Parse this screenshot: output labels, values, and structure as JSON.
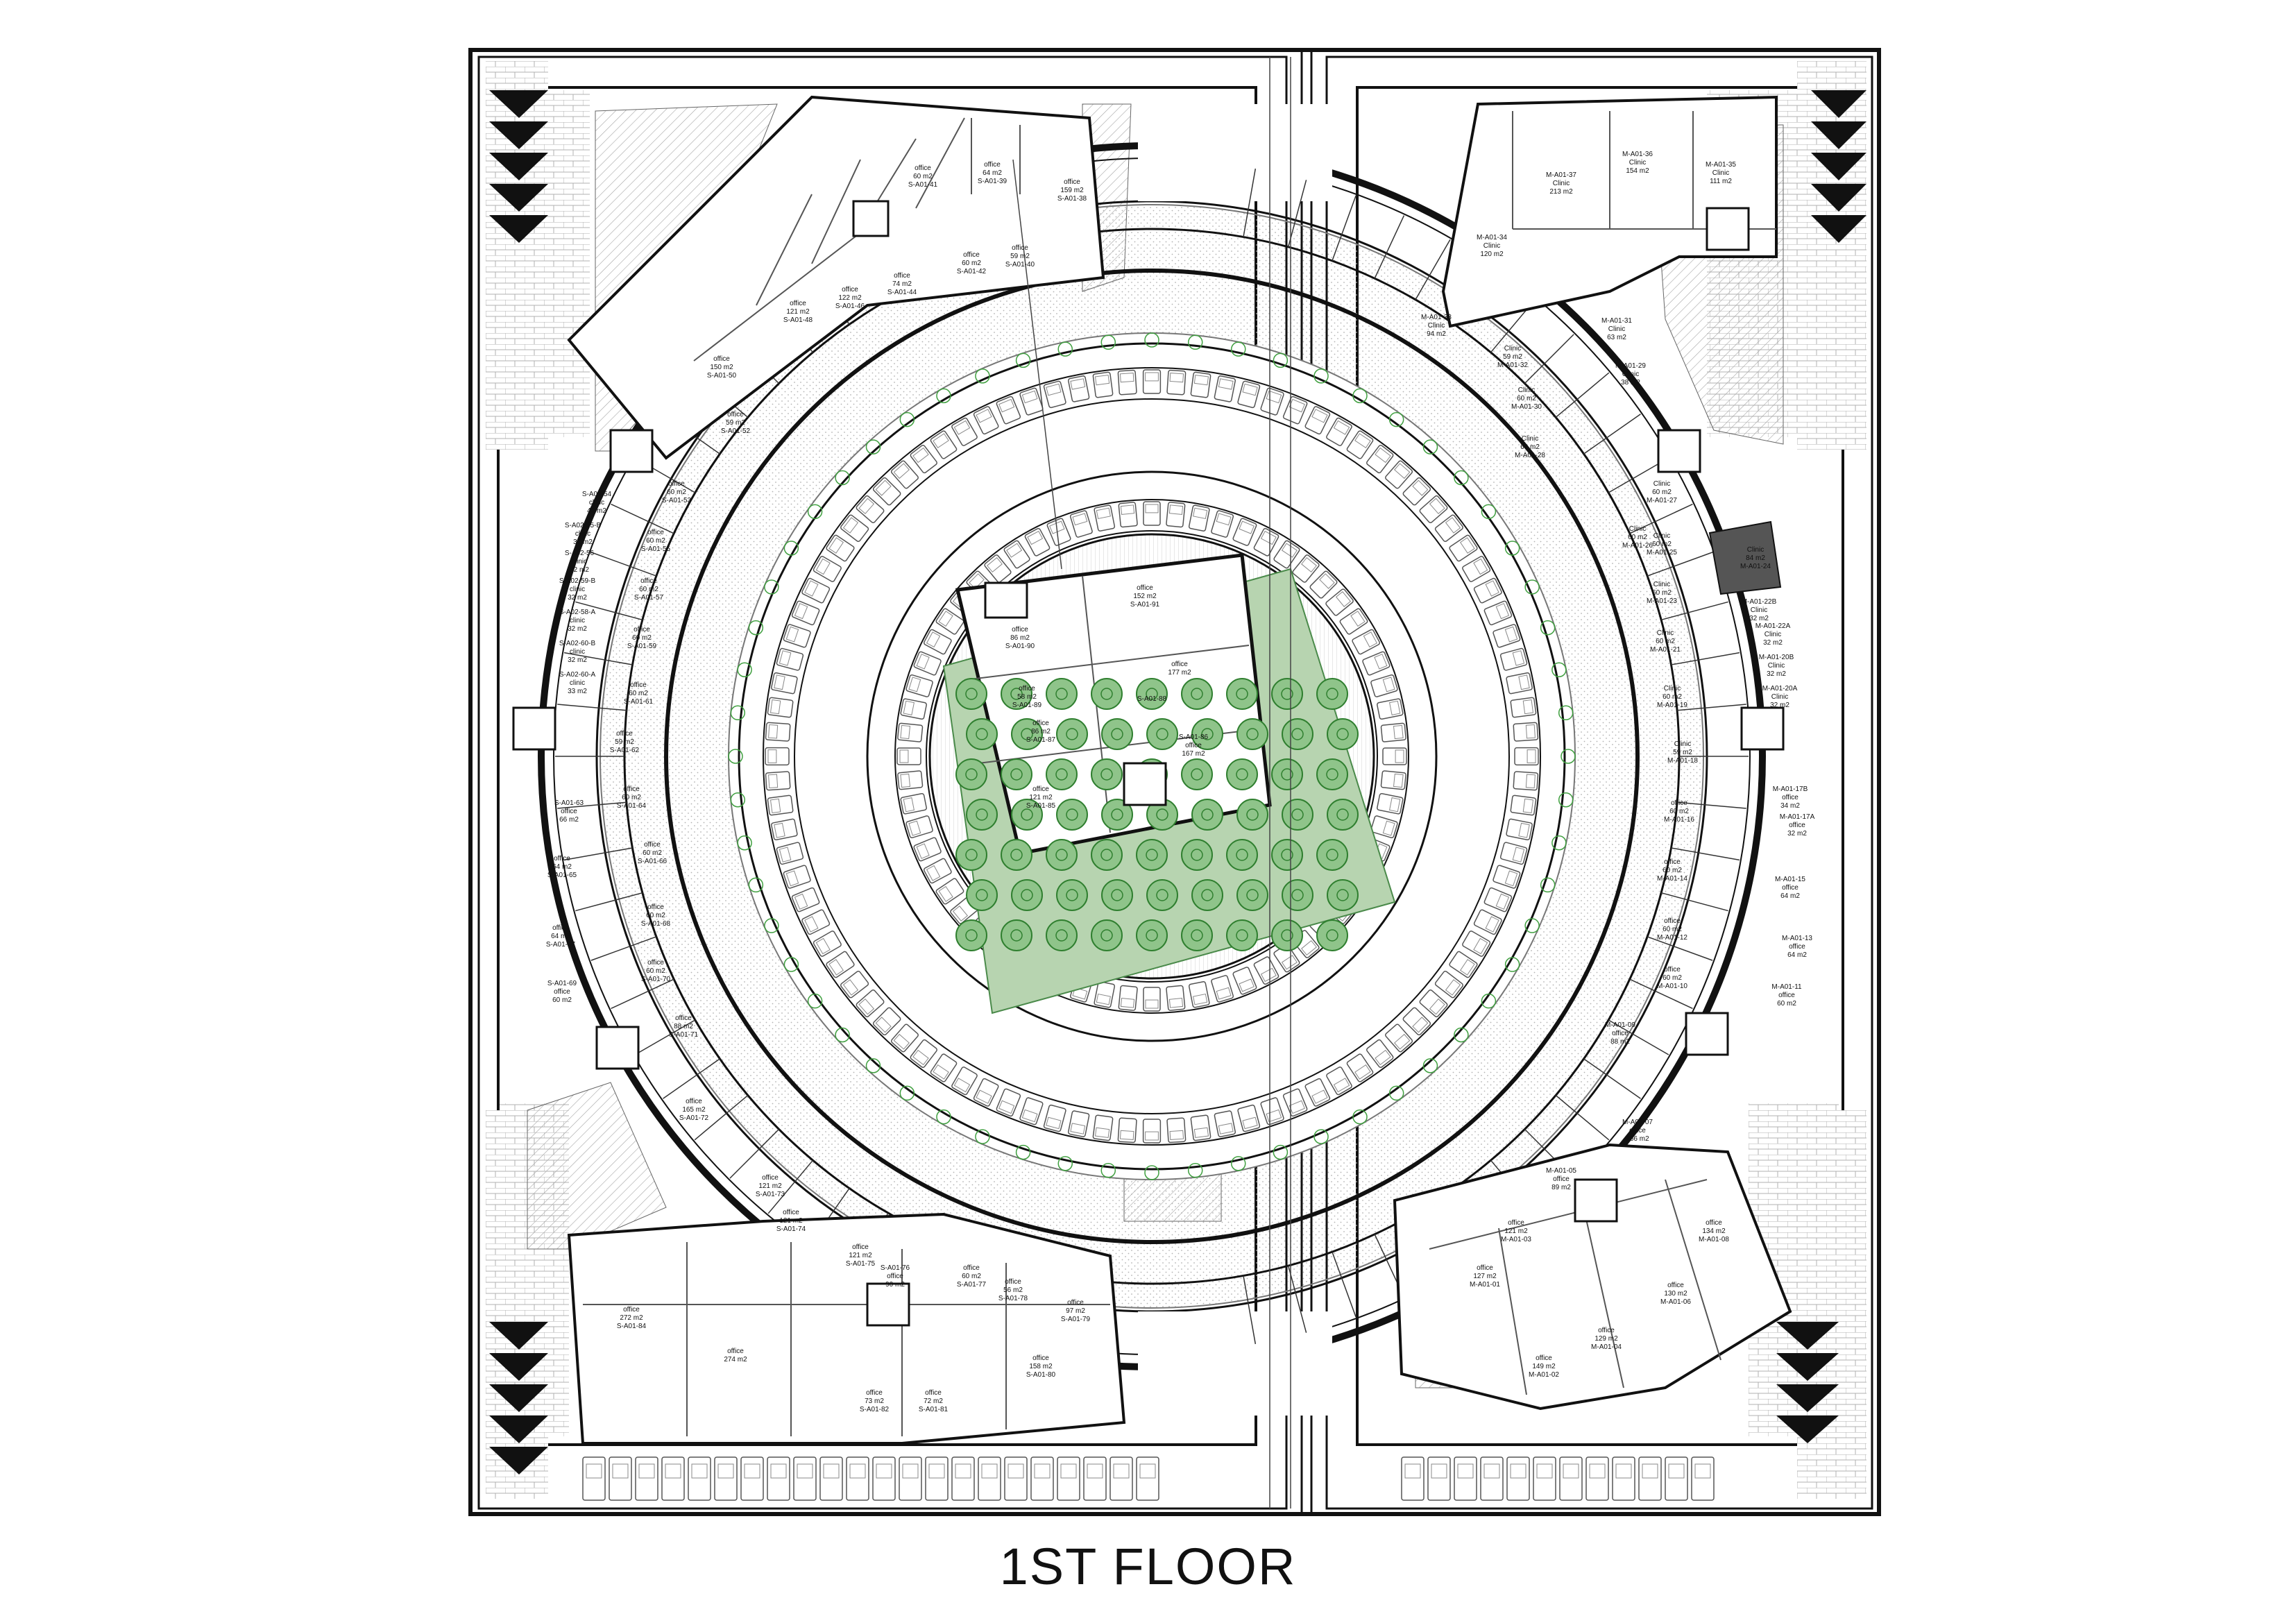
{
  "floor_title": "1ST FLOOR",
  "colors": {
    "line": "#111111",
    "hatch": "#9a9a9a",
    "tree_green": "#3f9f3f",
    "green_area": "#b7d4b0",
    "highlight": "#555555",
    "parking": "#555555"
  },
  "units": [
    {
      "text": [
        "S-A02-54",
        "clinic",
        "40 m2"
      ]
    },
    {
      "text": [
        "S-A02-55-B",
        "clinic",
        "32 m2"
      ]
    },
    {
      "text": [
        "S-A02-56",
        "clinic",
        "32 m2"
      ]
    },
    {
      "text": [
        "S-A02-59-B",
        "clinic",
        "32 m2"
      ]
    },
    {
      "text": [
        "S-A02-58-A",
        "clinic",
        "32 m2"
      ]
    },
    {
      "text": [
        "S-A02-60-B",
        "clinic",
        "32 m2"
      ]
    },
    {
      "text": [
        "S-A02-60-A",
        "clinic",
        "33 m2"
      ]
    },
    {
      "text": [
        "S-A01-63",
        "office",
        "66 m2"
      ]
    },
    {
      "text": [
        "office",
        "64 m2",
        "S-A01-65"
      ]
    },
    {
      "text": [
        "office",
        "64 m2",
        "S-A01-67"
      ]
    },
    {
      "text": [
        "S-A01-69",
        "office",
        "60 m2"
      ]
    },
    {
      "text": [
        "office",
        "165 m2",
        "S-A01-72"
      ]
    },
    {
      "text": [
        "office",
        "121 m2",
        "S-A01-73"
      ]
    },
    {
      "text": [
        "office",
        "121 m2",
        "S-A01-74"
      ]
    },
    {
      "text": [
        "office",
        "121 m2",
        "S-A01-75"
      ]
    },
    {
      "text": [
        "office",
        "272 m2",
        "S-A01-84"
      ]
    },
    {
      "text": [
        "office",
        "274 m2"
      ]
    },
    {
      "text": [
        "office",
        "73 m2",
        "S-A01-82"
      ]
    },
    {
      "text": [
        "office",
        "72 m2",
        "S-A01-81"
      ]
    },
    {
      "text": [
        "S-A01-76",
        "office",
        "90 m2"
      ]
    },
    {
      "text": [
        "office",
        "60 m2",
        "S-A01-77"
      ]
    },
    {
      "text": [
        "office",
        "56 m2",
        "S-A01-78"
      ]
    },
    {
      "text": [
        "office",
        "97 m2",
        "S-A01-79"
      ]
    },
    {
      "text": [
        "office",
        "158 m2",
        "S-A01-80"
      ]
    },
    {
      "text": [
        "office",
        "88 m2",
        "S-A01-71"
      ]
    },
    {
      "text": [
        "office",
        "60 m2",
        "S-A01-70"
      ]
    },
    {
      "text": [
        "office",
        "60 m2",
        "S-A01-68"
      ]
    },
    {
      "text": [
        "office",
        "60 m2",
        "S-A01-66"
      ]
    },
    {
      "text": [
        "office",
        "60 m2",
        "S-A01-64"
      ]
    },
    {
      "text": [
        "office",
        "59 m2",
        "S-A01-62"
      ]
    },
    {
      "text": [
        "office",
        "60 m2",
        "S-A01-61"
      ]
    },
    {
      "text": [
        "office",
        "60 m2",
        "S-A01-59"
      ]
    },
    {
      "text": [
        "office",
        "60 m2",
        "S-A01-57"
      ]
    },
    {
      "text": [
        "office",
        "60 m2",
        "S-A01-55"
      ]
    },
    {
      "text": [
        "office",
        "60 m2",
        "S-A01-53"
      ]
    },
    {
      "text": [
        "office",
        "59 m2",
        "S-A01-52"
      ]
    },
    {
      "text": [
        "office",
        "150 m2",
        "S-A01-50"
      ]
    },
    {
      "text": [
        "office",
        "121 m2",
        "S-A01-48"
      ]
    },
    {
      "text": [
        "office",
        "122 m2",
        "S-A01-46"
      ]
    },
    {
      "text": [
        "office",
        "74 m2",
        "S-A01-44"
      ]
    },
    {
      "text": [
        "office",
        "60 m2",
        "S-A01-42"
      ]
    },
    {
      "text": [
        "office",
        "59 m2",
        "S-A01-40"
      ]
    },
    {
      "text": [
        "office",
        "60 m2",
        "S-A01-41"
      ]
    },
    {
      "text": [
        "office",
        "64 m2",
        "S-A01-39"
      ]
    },
    {
      "text": [
        "office",
        "159 m2",
        "S-A01-38"
      ]
    },
    {
      "text": [
        "office",
        "152 m2",
        "S-A01-91"
      ]
    },
    {
      "text": [
        "office",
        "86 m2",
        "S-A01-90"
      ]
    },
    {
      "text": [
        "office",
        "177 m2"
      ]
    },
    {
      "text": [
        "office",
        "58 m2",
        "S-A01-89"
      ]
    },
    {
      "text": [
        "S-A01-88"
      ]
    },
    {
      "text": [
        "office",
        "86 m2",
        "S-A01-87"
      ]
    },
    {
      "text": [
        "S-A01-86",
        "office",
        "167 m2"
      ]
    },
    {
      "text": [
        "office",
        "121 m2",
        "S-A01-85"
      ]
    },
    {
      "text": [
        "M-A01-37",
        "Clinic",
        "213 m2"
      ]
    },
    {
      "text": [
        "M-A01-36",
        "Clinic",
        "154 m2"
      ]
    },
    {
      "text": [
        "M-A01-35",
        "Clinic",
        "111 m2"
      ]
    },
    {
      "text": [
        "M-A01-34",
        "Clinic",
        "120 m2"
      ]
    },
    {
      "text": [
        "M-A01-33",
        "Clinic",
        "94 m2"
      ]
    },
    {
      "text": [
        "M-A01-31",
        "Clinic",
        "63 m2"
      ]
    },
    {
      "text": [
        "Clinic",
        "59 m2",
        "M-A01-32"
      ]
    },
    {
      "text": [
        "M-A01-29",
        "Clinic",
        "38 m2"
      ]
    },
    {
      "text": [
        "Clinic",
        "60 m2",
        "M-A01-30"
      ]
    },
    {
      "text": [
        "Clinic",
        "60 m2",
        "M-A01-28"
      ]
    },
    {
      "text": [
        "Clinic",
        "60 m2",
        "M-A01-27"
      ]
    },
    {
      "text": [
        "Clinic",
        "60 m2",
        "M-A01-26"
      ]
    },
    {
      "text": [
        "Clinic",
        "84 m2",
        "M-A01-24"
      ]
    },
    {
      "text": [
        "Clinic",
        "60 m2",
        "M-A01-25"
      ]
    },
    {
      "text": [
        "Clinic",
        "60 m2",
        "M-A01-23"
      ]
    },
    {
      "text": [
        "M-A01-22B",
        "Clinic",
        "32 m2"
      ]
    },
    {
      "text": [
        "M-A01-22A",
        "Clinic",
        "32 m2"
      ]
    },
    {
      "text": [
        "Clinic",
        "60 m2",
        "M-A01-21"
      ]
    },
    {
      "text": [
        "M-A01-20B",
        "Clinic",
        "32 m2"
      ]
    },
    {
      "text": [
        "M-A01-20A",
        "Clinic",
        "32 m2"
      ]
    },
    {
      "text": [
        "Clinic",
        "60 m2",
        "M-A01-19"
      ]
    },
    {
      "text": [
        "Clinic",
        "59 m2",
        "M-A01-18"
      ]
    },
    {
      "text": [
        "M-A01-17B",
        "office",
        "34 m2"
      ]
    },
    {
      "text": [
        "M-A01-17A",
        "office",
        "32 m2"
      ]
    },
    {
      "text": [
        "office",
        "60 m2",
        "M-A01-16"
      ]
    },
    {
      "text": [
        "office",
        "60 m2",
        "M-A01-14"
      ]
    },
    {
      "text": [
        "M-A01-15",
        "office",
        "64 m2"
      ]
    },
    {
      "text": [
        "office",
        "60 m2",
        "M-A01-12"
      ]
    },
    {
      "text": [
        "M-A01-13",
        "office",
        "64 m2"
      ]
    },
    {
      "text": [
        "office",
        "60 m2",
        "M-A01-10"
      ]
    },
    {
      "text": [
        "M-A01-11",
        "office",
        "60 m2"
      ]
    },
    {
      "text": [
        "M-A01-09",
        "office",
        "88 m2"
      ]
    },
    {
      "text": [
        "M-A01-07",
        "office",
        "166 m2"
      ]
    },
    {
      "text": [
        "M-A01-05",
        "office",
        "89 m2"
      ]
    },
    {
      "text": [
        "office",
        "121 m2",
        "M-A01-03"
      ]
    },
    {
      "text": [
        "office",
        "134 m2",
        "M-A01-08"
      ]
    },
    {
      "text": [
        "office",
        "127 m2",
        "M-A01-01"
      ]
    },
    {
      "text": [
        "office",
        "130 m2",
        "M-A01-06"
      ]
    },
    {
      "text": [
        "office",
        "129 m2",
        "M-A01-04"
      ]
    },
    {
      "text": [
        "office",
        "149 m2",
        "M-A01-02"
      ]
    }
  ]
}
